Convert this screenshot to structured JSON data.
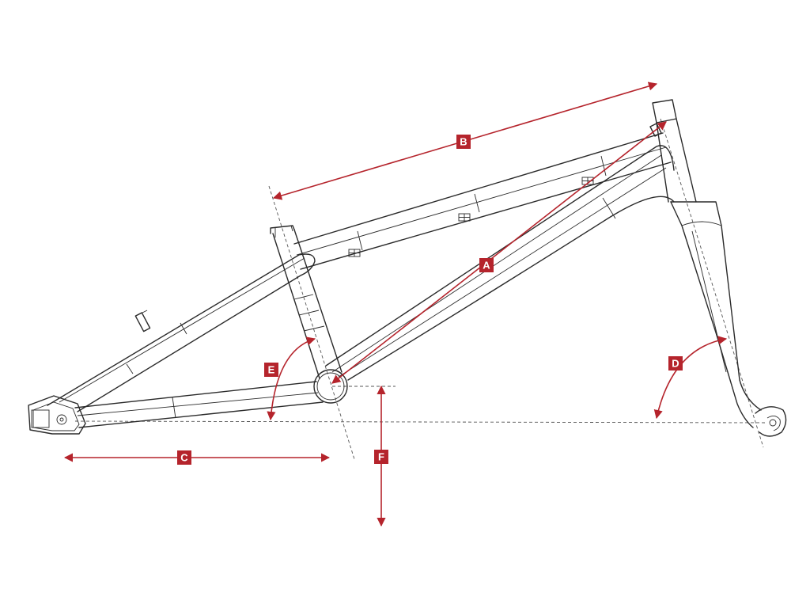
{
  "colors": {
    "accent": "#b5242c",
    "frame_stroke": "#2a2a2a"
  },
  "labels": {
    "a": "A",
    "b": "B",
    "c": "C",
    "d": "D",
    "e": "E",
    "f": "F"
  }
}
